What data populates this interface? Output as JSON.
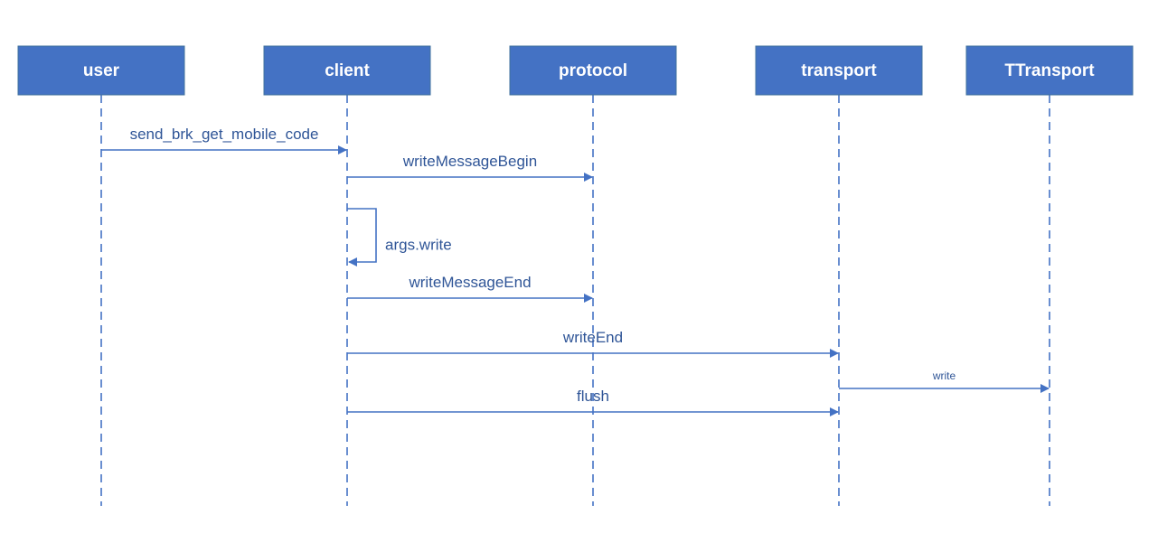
{
  "colors": {
    "actor_fill": "#4472c4",
    "actor_text": "#ffffff",
    "line": "#4472c4",
    "label_text": "#2f5597",
    "background": "#ffffff"
  },
  "actors": [
    {
      "id": "user",
      "label": "user"
    },
    {
      "id": "client",
      "label": "client"
    },
    {
      "id": "protocol",
      "label": "protocol"
    },
    {
      "id": "transport",
      "label": "transport"
    },
    {
      "id": "ttransport",
      "label": "TTransport"
    }
  ],
  "messages": [
    {
      "id": "send-brk-get-mobile-code",
      "label": "send_brk_get_mobile_code",
      "from": "user",
      "to": "client"
    },
    {
      "id": "write-message-begin",
      "label": "writeMessageBegin",
      "from": "client",
      "to": "protocol"
    },
    {
      "id": "args-write",
      "label": "args.write",
      "from": "client",
      "to": "client",
      "self": true
    },
    {
      "id": "write-message-end",
      "label": "writeMessageEnd",
      "from": "client",
      "to": "protocol"
    },
    {
      "id": "write-end",
      "label": "writeEnd",
      "from": "client",
      "to": "transport"
    },
    {
      "id": "write",
      "label": "write",
      "from": "transport",
      "to": "ttransport"
    },
    {
      "id": "flush",
      "label": "flush",
      "from": "client",
      "to": "transport"
    }
  ]
}
